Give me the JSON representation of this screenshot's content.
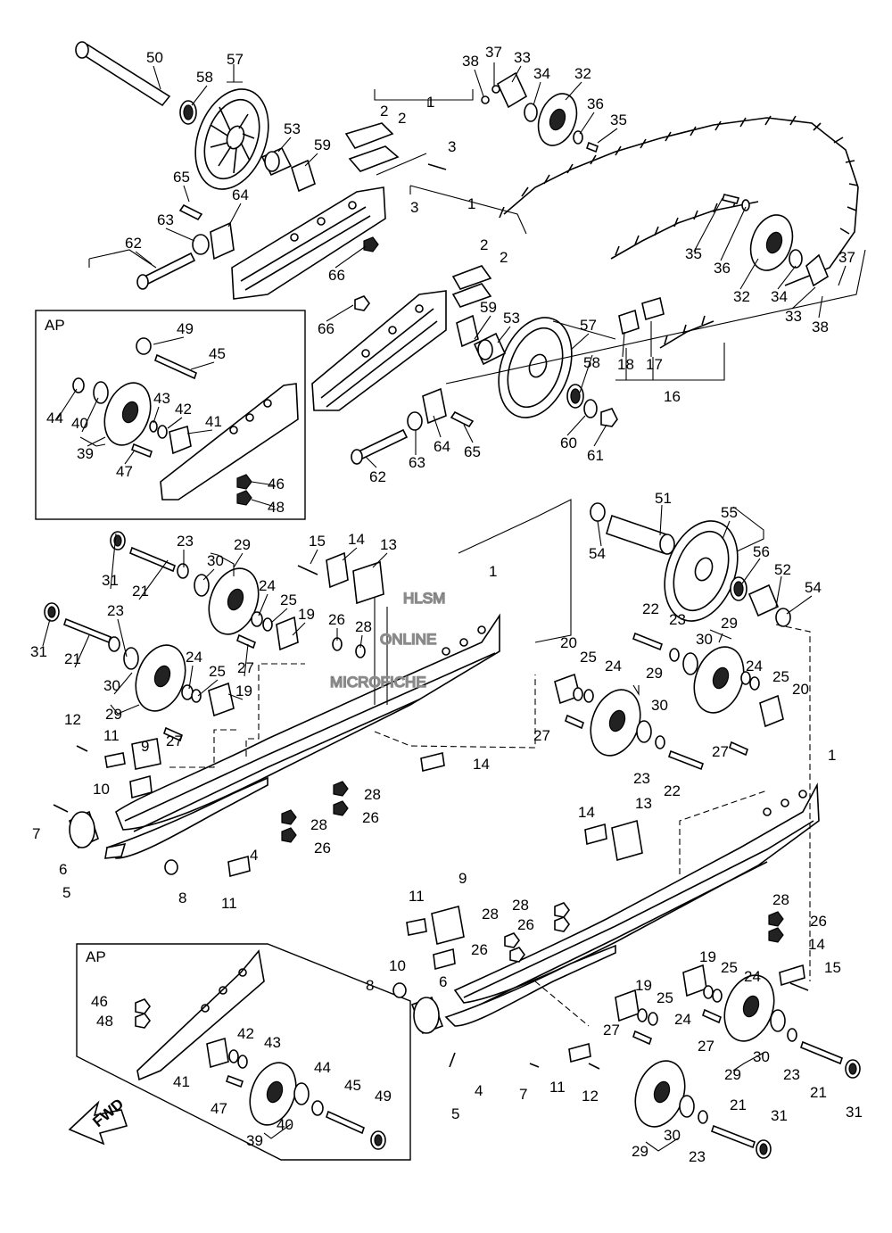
{
  "watermark": {
    "line1": "HLSM",
    "line2": "ONLINE",
    "line3": "MICROFICHE"
  },
  "inset_labels": [
    "AP",
    "AP"
  ],
  "direction_badge": "FWD",
  "callouts": [
    {
      "id": "c50",
      "text": "50"
    },
    {
      "id": "c57",
      "text": "57"
    },
    {
      "id": "c58",
      "text": "58"
    },
    {
      "id": "c53",
      "text": "53"
    },
    {
      "id": "c59",
      "text": "59"
    },
    {
      "id": "c65a",
      "text": "65"
    },
    {
      "id": "c64a",
      "text": "64"
    },
    {
      "id": "c63a",
      "text": "63"
    },
    {
      "id": "c62a",
      "text": "62"
    },
    {
      "id": "c66a",
      "text": "66"
    },
    {
      "id": "c1a",
      "text": "1"
    },
    {
      "id": "c2a",
      "text": "2"
    },
    {
      "id": "c2b",
      "text": "2"
    },
    {
      "id": "c3a",
      "text": "3"
    },
    {
      "id": "c38a",
      "text": "38"
    },
    {
      "id": "c37a",
      "text": "37"
    },
    {
      "id": "c33a",
      "text": "33"
    },
    {
      "id": "c34a",
      "text": "34"
    },
    {
      "id": "c32a",
      "text": "32"
    },
    {
      "id": "c36a",
      "text": "36"
    },
    {
      "id": "c35a",
      "text": "35"
    },
    {
      "id": "c1b",
      "text": "1"
    },
    {
      "id": "c3b",
      "text": "3"
    },
    {
      "id": "c2c",
      "text": "2"
    },
    {
      "id": "c2d",
      "text": "2"
    },
    {
      "id": "c35b",
      "text": "35"
    },
    {
      "id": "c36b",
      "text": "36"
    },
    {
      "id": "c37b",
      "text": "37"
    },
    {
      "id": "c32b",
      "text": "32"
    },
    {
      "id": "c34b",
      "text": "34"
    },
    {
      "id": "c33b",
      "text": "33"
    },
    {
      "id": "c38b",
      "text": "38"
    },
    {
      "id": "c66b",
      "text": "66"
    },
    {
      "id": "c59b",
      "text": "59"
    },
    {
      "id": "c53b",
      "text": "53"
    },
    {
      "id": "c57b",
      "text": "57"
    },
    {
      "id": "c58b",
      "text": "58"
    },
    {
      "id": "c18",
      "text": "18"
    },
    {
      "id": "c17",
      "text": "17"
    },
    {
      "id": "c16",
      "text": "16"
    },
    {
      "id": "c60",
      "text": "60"
    },
    {
      "id": "c61",
      "text": "61"
    },
    {
      "id": "c64b",
      "text": "64"
    },
    {
      "id": "c65b",
      "text": "65"
    },
    {
      "id": "c63b",
      "text": "63"
    },
    {
      "id": "c62b",
      "text": "62"
    },
    {
      "id": "c49a",
      "text": "49"
    },
    {
      "id": "c45a",
      "text": "45"
    },
    {
      "id": "c43a",
      "text": "43"
    },
    {
      "id": "c42a",
      "text": "42"
    },
    {
      "id": "c41a",
      "text": "41"
    },
    {
      "id": "c44a",
      "text": "44"
    },
    {
      "id": "c40a",
      "text": "40"
    },
    {
      "id": "c39a",
      "text": "39"
    },
    {
      "id": "c47a",
      "text": "47"
    },
    {
      "id": "c46a",
      "text": "46"
    },
    {
      "id": "c48a",
      "text": "48"
    },
    {
      "id": "c51",
      "text": "51"
    },
    {
      "id": "c55",
      "text": "55"
    },
    {
      "id": "c56",
      "text": "56"
    },
    {
      "id": "c52",
      "text": "52"
    },
    {
      "id": "c54a",
      "text": "54"
    },
    {
      "id": "c54b",
      "text": "54"
    },
    {
      "id": "c1c",
      "text": "1"
    },
    {
      "id": "c23a",
      "text": "23"
    },
    {
      "id": "c29a",
      "text": "29"
    },
    {
      "id": "c30a",
      "text": "30"
    },
    {
      "id": "c31a",
      "text": "31"
    },
    {
      "id": "c21a",
      "text": "21"
    },
    {
      "id": "c15a",
      "text": "15"
    },
    {
      "id": "c14a",
      "text": "14"
    },
    {
      "id": "c13a",
      "text": "13"
    },
    {
      "id": "c24a",
      "text": "24"
    },
    {
      "id": "c25a",
      "text": "25"
    },
    {
      "id": "c19a",
      "text": "19"
    },
    {
      "id": "c26a",
      "text": "26"
    },
    {
      "id": "c28a",
      "text": "28"
    },
    {
      "id": "c27a",
      "text": "27"
    },
    {
      "id": "c31b",
      "text": "31"
    },
    {
      "id": "c23b",
      "text": "23"
    },
    {
      "id": "c21b",
      "text": "21"
    },
    {
      "id": "c24b",
      "text": "24"
    },
    {
      "id": "c25b",
      "text": "25"
    },
    {
      "id": "c19b",
      "text": "19"
    },
    {
      "id": "c30b",
      "text": "30"
    },
    {
      "id": "c29b",
      "text": "29"
    },
    {
      "id": "c27b",
      "text": "27"
    },
    {
      "id": "c12a",
      "text": "12"
    },
    {
      "id": "c11a",
      "text": "11"
    },
    {
      "id": "c9a",
      "text": "9"
    },
    {
      "id": "c10a",
      "text": "10"
    },
    {
      "id": "c7a",
      "text": "7"
    },
    {
      "id": "c6a",
      "text": "6"
    },
    {
      "id": "c5a",
      "text": "5"
    },
    {
      "id": "c8a",
      "text": "8"
    },
    {
      "id": "c11b",
      "text": "11"
    },
    {
      "id": "c4a",
      "text": "4"
    },
    {
      "id": "c28b",
      "text": "28"
    },
    {
      "id": "c26b",
      "text": "26"
    },
    {
      "id": "c28c",
      "text": "28"
    },
    {
      "id": "c26c",
      "text": "26"
    },
    {
      "id": "c14b",
      "text": "14"
    },
    {
      "id": "c22a",
      "text": "22"
    },
    {
      "id": "c23c",
      "text": "23"
    },
    {
      "id": "c29c",
      "text": "29"
    },
    {
      "id": "c30c",
      "text": "30"
    },
    {
      "id": "c20a",
      "text": "20"
    },
    {
      "id": "c25c",
      "text": "25"
    },
    {
      "id": "c24c",
      "text": "24"
    },
    {
      "id": "c29d",
      "text": "29"
    },
    {
      "id": "c30d",
      "text": "30"
    },
    {
      "id": "c24d",
      "text": "24"
    },
    {
      "id": "c25d",
      "text": "25"
    },
    {
      "id": "c20b",
      "text": "20"
    },
    {
      "id": "c27c",
      "text": "27"
    },
    {
      "id": "c23d",
      "text": "23"
    },
    {
      "id": "c22b",
      "text": "22"
    },
    {
      "id": "c27d",
      "text": "27"
    },
    {
      "id": "c1d",
      "text": "1"
    },
    {
      "id": "c14c",
      "text": "14"
    },
    {
      "id": "c13b",
      "text": "13"
    },
    {
      "id": "c9b",
      "text": "9"
    },
    {
      "id": "c11c",
      "text": "11"
    },
    {
      "id": "c28d",
      "text": "28"
    },
    {
      "id": "c26d",
      "text": "26"
    },
    {
      "id": "c28e",
      "text": "28"
    },
    {
      "id": "c26e",
      "text": "26"
    },
    {
      "id": "c28f",
      "text": "28"
    },
    {
      "id": "c26f",
      "text": "26"
    },
    {
      "id": "c10b",
      "text": "10"
    },
    {
      "id": "c8b",
      "text": "8"
    },
    {
      "id": "c6b",
      "text": "6"
    },
    {
      "id": "c19c",
      "text": "19"
    },
    {
      "id": "c25e",
      "text": "25"
    },
    {
      "id": "c24e",
      "text": "24"
    },
    {
      "id": "c14d",
      "text": "14"
    },
    {
      "id": "c15b",
      "text": "15"
    },
    {
      "id": "c19d",
      "text": "19"
    },
    {
      "id": "c25f",
      "text": "25"
    },
    {
      "id": "c24f",
      "text": "24"
    },
    {
      "id": "c27e",
      "text": "27"
    },
    {
      "id": "c27f",
      "text": "27"
    },
    {
      "id": "c29e",
      "text": "29"
    },
    {
      "id": "c30e",
      "text": "30"
    },
    {
      "id": "c23e",
      "text": "23"
    },
    {
      "id": "c21c",
      "text": "21"
    },
    {
      "id": "c31c",
      "text": "31"
    },
    {
      "id": "c4b",
      "text": "4"
    },
    {
      "id": "c5b",
      "text": "5"
    },
    {
      "id": "c7b",
      "text": "7"
    },
    {
      "id": "c11d",
      "text": "11"
    },
    {
      "id": "c12b",
      "text": "12"
    },
    {
      "id": "c21d",
      "text": "21"
    },
    {
      "id": "c31d",
      "text": "31"
    },
    {
      "id": "c29f",
      "text": "29"
    },
    {
      "id": "c30f",
      "text": "30"
    },
    {
      "id": "c23f",
      "text": "23"
    },
    {
      "id": "c46b",
      "text": "46"
    },
    {
      "id": "c48b",
      "text": "48"
    },
    {
      "id": "c42b",
      "text": "42"
    },
    {
      "id": "c43b",
      "text": "43"
    },
    {
      "id": "c41b",
      "text": "41"
    },
    {
      "id": "c47b",
      "text": "47"
    },
    {
      "id": "c44b",
      "text": "44"
    },
    {
      "id": "c45b",
      "text": "45"
    },
    {
      "id": "c49b",
      "text": "49"
    },
    {
      "id": "c40b",
      "text": "40"
    },
    {
      "id": "c39b",
      "text": "39"
    }
  ]
}
